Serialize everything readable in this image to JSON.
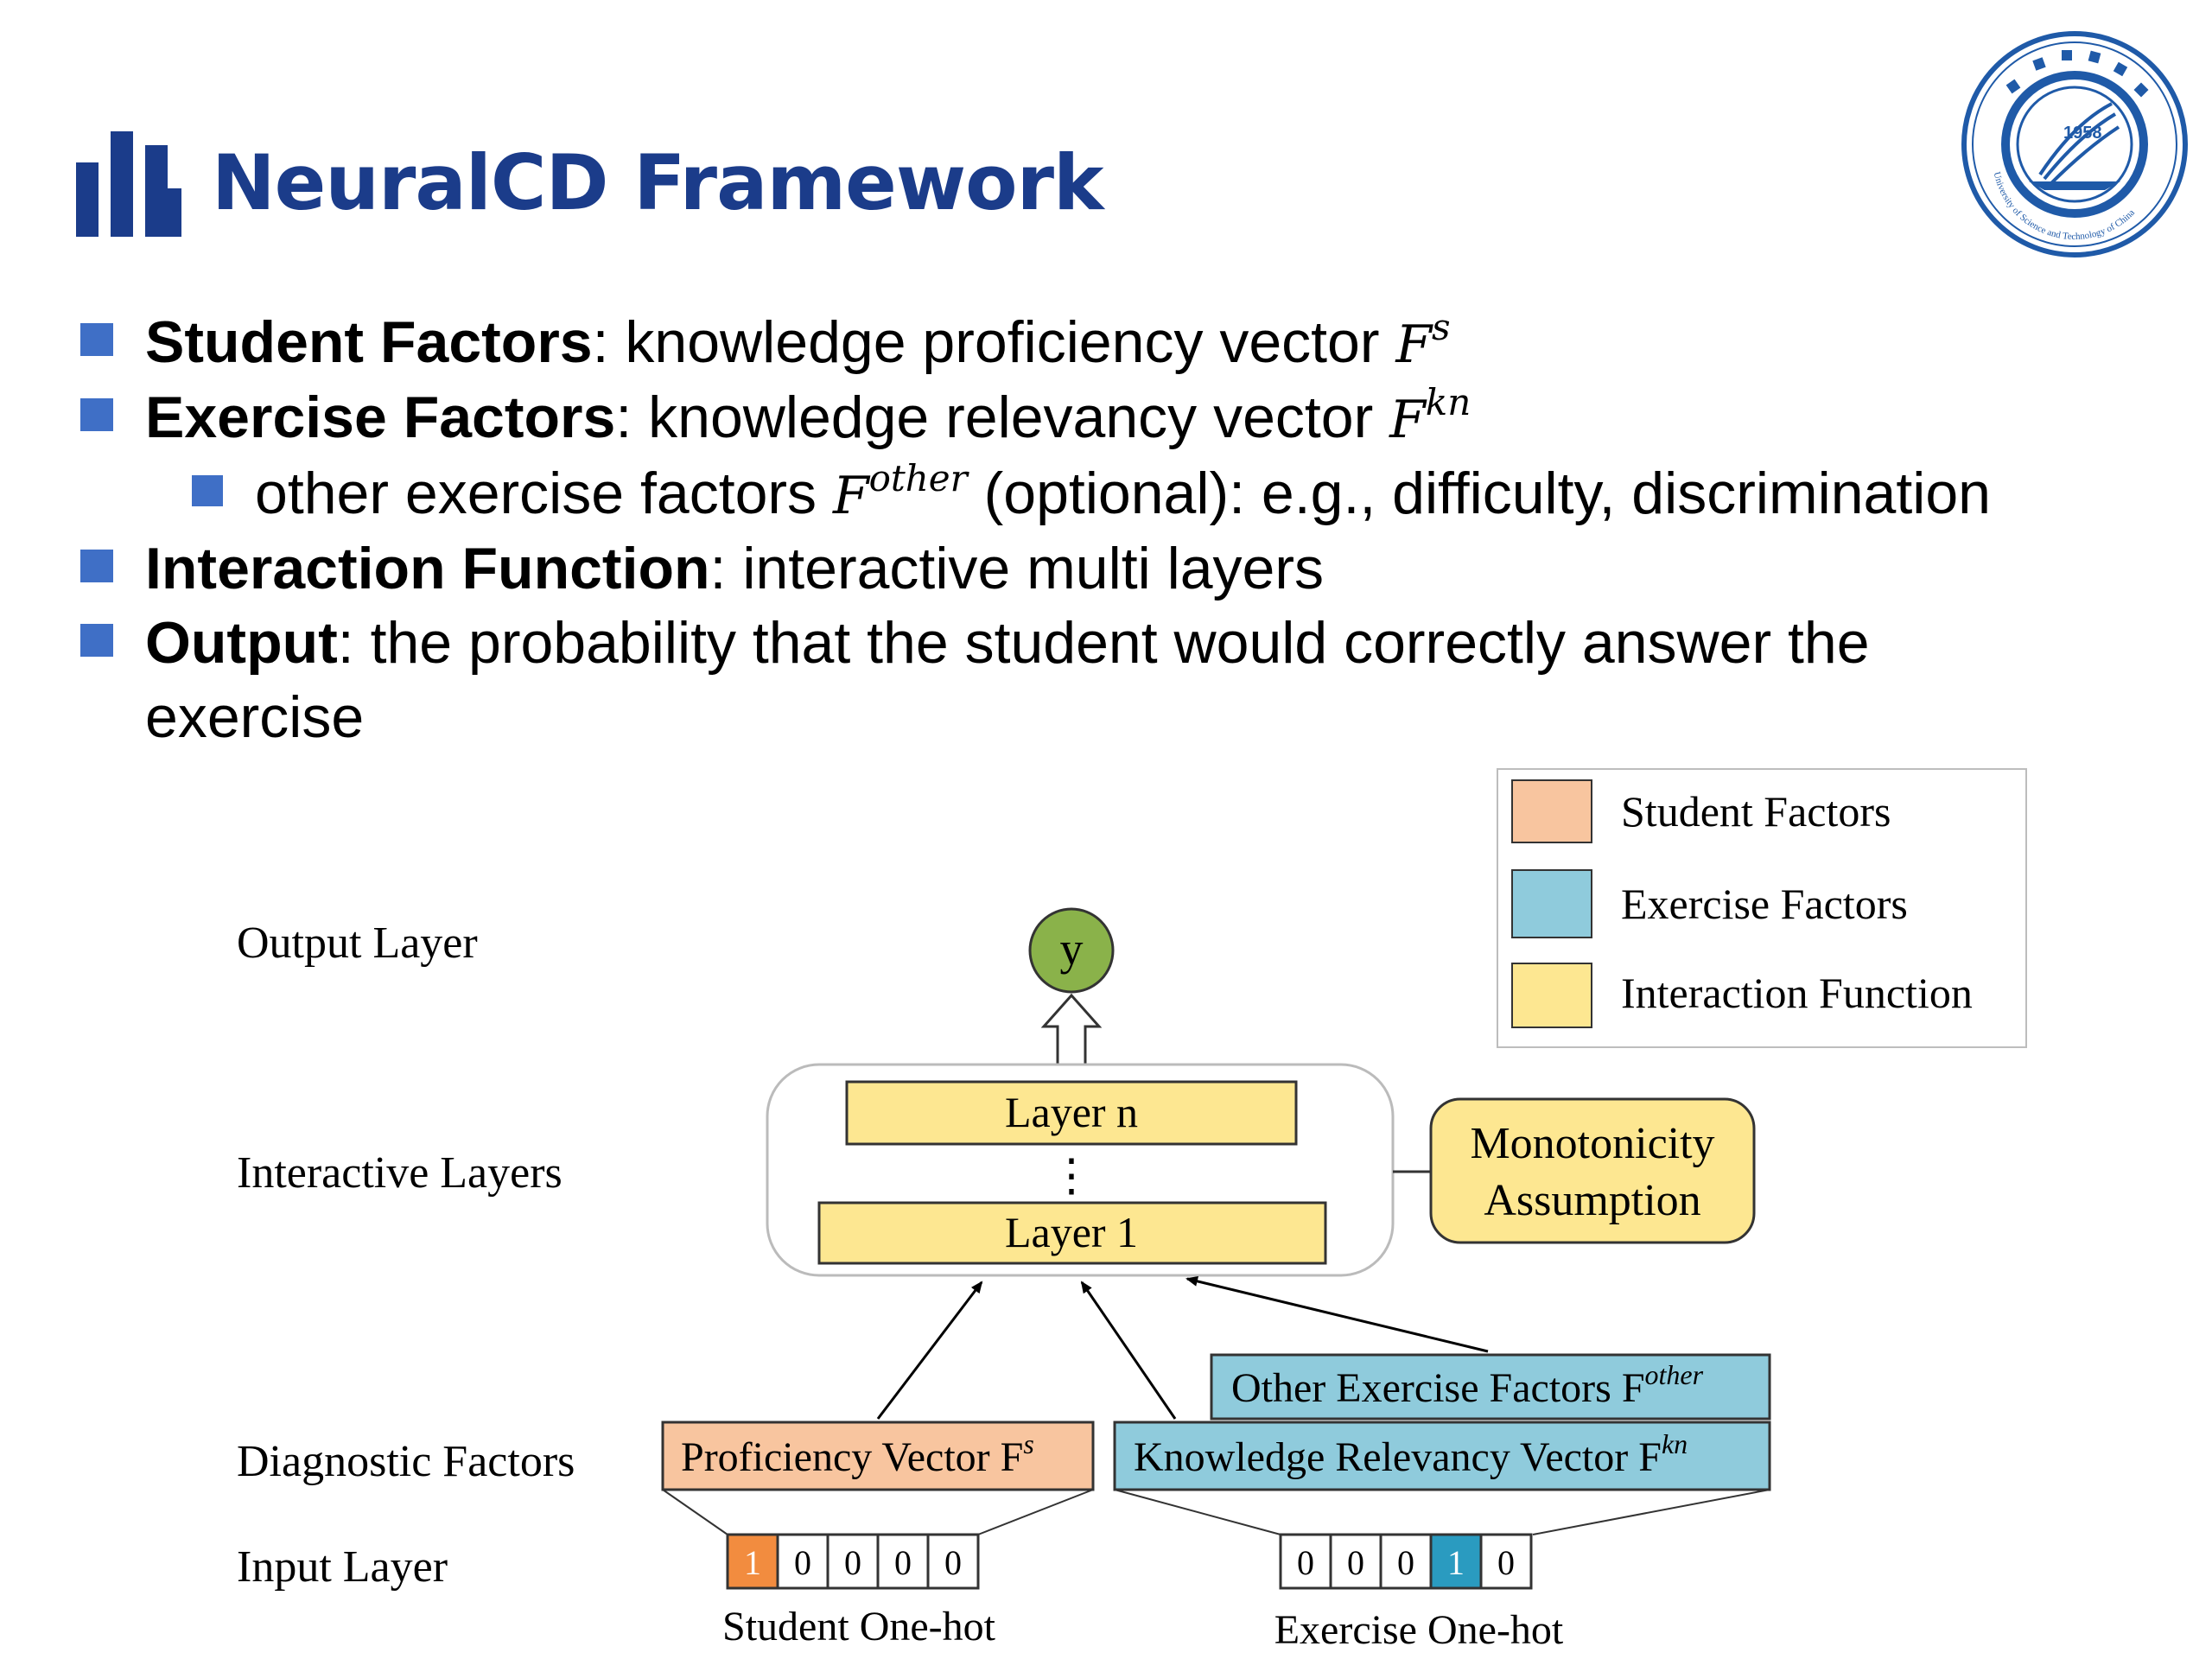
{
  "header": {
    "title": "NeuralCD Framework",
    "logo_year": "1958",
    "logo_caption": "University of Science and Technology of China"
  },
  "bullets": [
    {
      "level": 1,
      "term": "Student Factors",
      "text": ": knowledge proficiency vector ",
      "math": "F",
      "sup": "s"
    },
    {
      "level": 1,
      "term": "Exercise Factors",
      "text": ": knowledge relevancy vector ",
      "math": "F",
      "sup": "kn"
    },
    {
      "level": 2,
      "text_before": "other exercise factors ",
      "math": "F",
      "sup": "other",
      "text_after": " (optional): e.g., difficulty, discrimination"
    },
    {
      "level": 1,
      "term": "Interaction Function",
      "text": ": interactive multi layers"
    },
    {
      "level": 1,
      "term": "Output",
      "text": ": the probability that the student would correctly answer the",
      "continuation": "exercise"
    }
  ],
  "diagram": {
    "legend": [
      {
        "label": "Student Factors",
        "color": "#f8c59f"
      },
      {
        "label": "Exercise Factors",
        "color": "#8fcbdc"
      },
      {
        "label": "Interaction Function",
        "color": "#fde791"
      }
    ],
    "row_labels": {
      "output": "Output Layer",
      "interactive": "Interactive Layers",
      "diagnostic": "Diagnostic Factors",
      "input": "Input Layer"
    },
    "output_node": "y",
    "layer_top": "Layer n",
    "layer_dots": "⋮",
    "layer_bottom": "Layer 1",
    "monotonicity": [
      "Monotonicity",
      "Assumption"
    ],
    "proficiency": {
      "text": "Proficiency Vector F",
      "sup": "s"
    },
    "knowledge": {
      "text": "Knowledge Relevancy Vector F",
      "sup": "kn"
    },
    "other": {
      "text": "Other Exercise Factors F",
      "sup": "other"
    },
    "student_onehot": {
      "cells": [
        "1",
        "0",
        "0",
        "0",
        "0"
      ],
      "hot_index": 0,
      "hot_color": "#f28c3f",
      "caption": "Student One-hot"
    },
    "exercise_onehot": {
      "cells": [
        "0",
        "0",
        "0",
        "1",
        "0"
      ],
      "hot_index": 3,
      "hot_color": "#2a9bc0",
      "caption": "Exercise One-hot"
    },
    "colors": {
      "title_blue": "#1b3c8a",
      "bullet_blue": "#3f6fc6",
      "student": "#f8c59f",
      "exercise": "#8fcbdc",
      "interaction": "#fde791",
      "output_node": "#8ab24a"
    }
  }
}
